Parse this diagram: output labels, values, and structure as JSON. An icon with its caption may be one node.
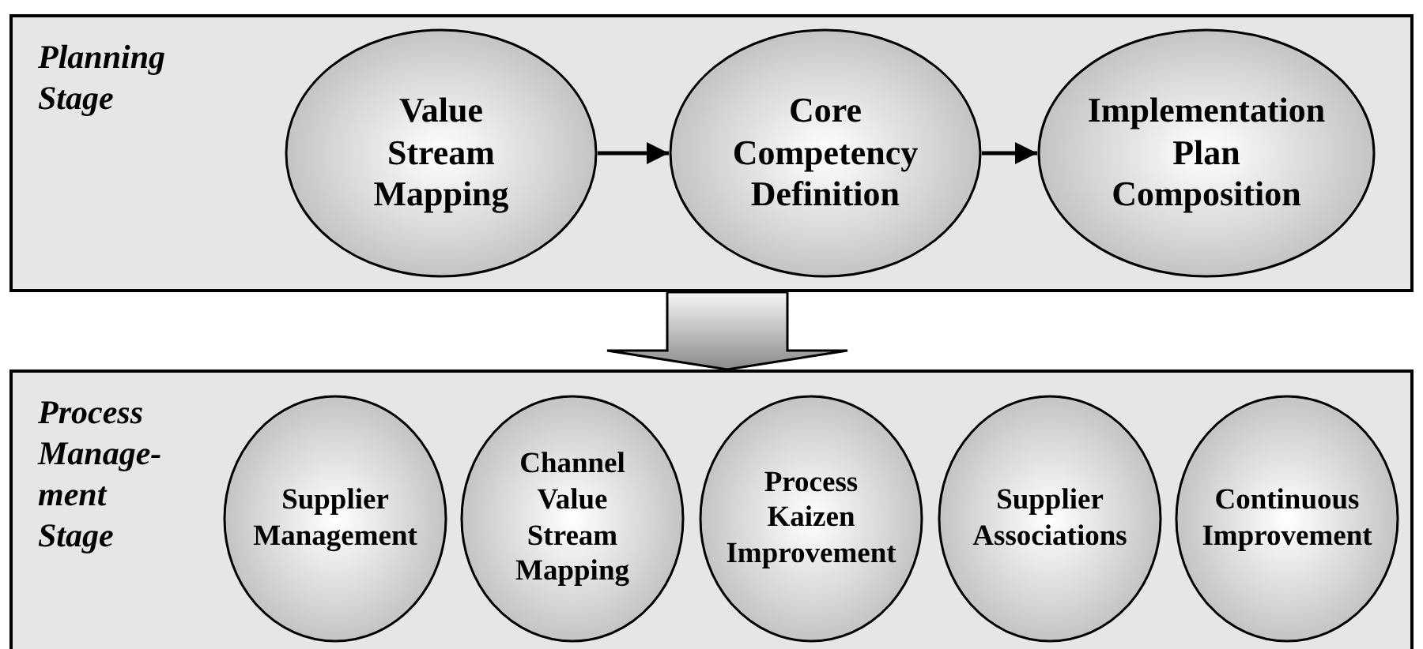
{
  "diagram": {
    "nodes": [
      {
        "text": [
          "Planning Stage"
        ]
      },
      {
        "text": [
          "Value Stream Mapping"
        ],
        "in": 0
      },
      {
        "text": [
          "Core Competency Definition"
        ],
        "in": 0
      },
      {
        "text": [
          "Implementation Plan Composition"
        ],
        "in": 0
      },
      {
        "text": [
          "Process Manage- ment Stage"
        ]
      },
      {
        "text": [
          "Supplier Management"
        ],
        "in": 4
      },
      {
        "text": [
          "Channel Value Stream Mapping"
        ],
        "in": 4
      },
      {
        "text": [
          "Process Kaizen Improvement"
        ],
        "in": 4
      },
      {
        "text": [
          "Supplier Associations"
        ],
        "in": 4
      },
      {
        "text": [
          "Continuous Improvement"
        ],
        "in": 4
      }
    ],
    "edges": [
      {
        "from": 1,
        "to": 2,
        "arrow": "to"
      },
      {
        "from": 2,
        "to": 3,
        "arrow": "to"
      },
      {
        "from": 0,
        "to": 4,
        "arrow": "to",
        "style": "thick"
      }
    ]
  }
}
